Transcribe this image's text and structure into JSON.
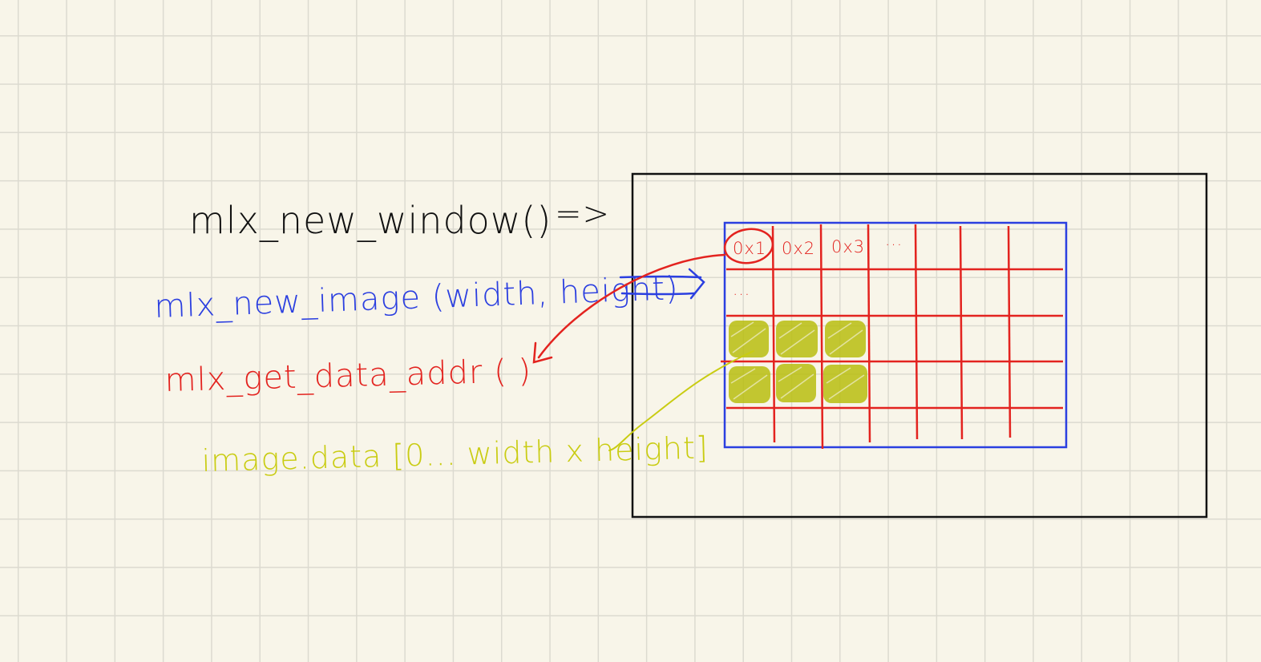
{
  "labels": {
    "new_window": "mlx_new_window()",
    "implies": "=>",
    "new_image": "mlx_new_image (width, height)",
    "get_data_addr": "mlx_get_data_addr ( )",
    "image_data": "image.data [0... width x height]"
  },
  "cells": {
    "c1": "0x1",
    "c2": "0x2",
    "c3": "0x3",
    "row_ellipsis": "...",
    "col_ellipsis": "..."
  },
  "colors": {
    "black": "#111111",
    "blue": "#2b3fe0",
    "red": "#e3231f",
    "yellow": "#c9cc12",
    "yellow_fill": "#b9be10"
  }
}
